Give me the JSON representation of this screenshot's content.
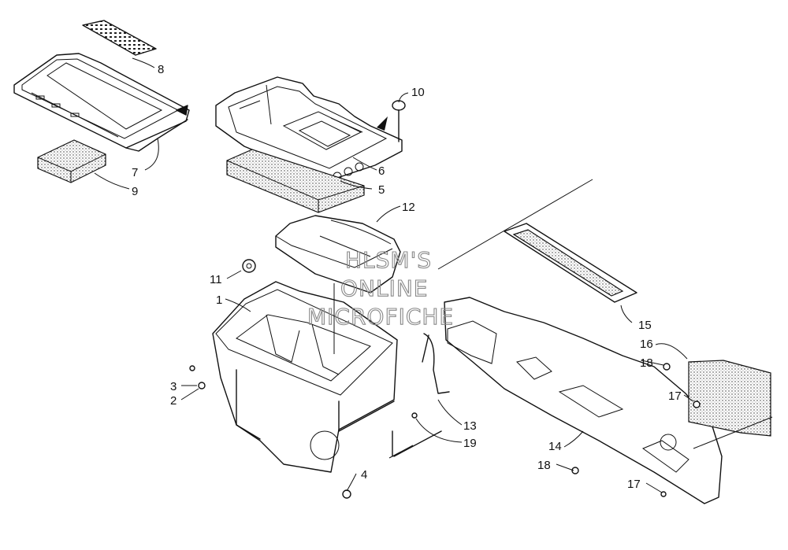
{
  "watermark": {
    "line1": "HLSM'S",
    "line2": "ONLINE",
    "line3": "MICROFICHE"
  },
  "callouts": [
    {
      "id": "c1",
      "text": "1"
    },
    {
      "id": "c2",
      "text": "2"
    },
    {
      "id": "c3",
      "text": "3"
    },
    {
      "id": "c4",
      "text": "4"
    },
    {
      "id": "c5",
      "text": "5"
    },
    {
      "id": "c6",
      "text": "6"
    },
    {
      "id": "c7",
      "text": "7"
    },
    {
      "id": "c8",
      "text": "8"
    },
    {
      "id": "c9",
      "text": "9"
    },
    {
      "id": "c10",
      "text": "10"
    },
    {
      "id": "c11",
      "text": "11"
    },
    {
      "id": "c12",
      "text": "12"
    },
    {
      "id": "c13",
      "text": "13"
    },
    {
      "id": "c14",
      "text": "14"
    },
    {
      "id": "c15",
      "text": "15"
    },
    {
      "id": "c16",
      "text": "16"
    },
    {
      "id": "c17a",
      "text": "17"
    },
    {
      "id": "c17b",
      "text": "17"
    },
    {
      "id": "c18a",
      "text": "18"
    },
    {
      "id": "c18b",
      "text": "18"
    },
    {
      "id": "c19",
      "text": "19"
    }
  ]
}
